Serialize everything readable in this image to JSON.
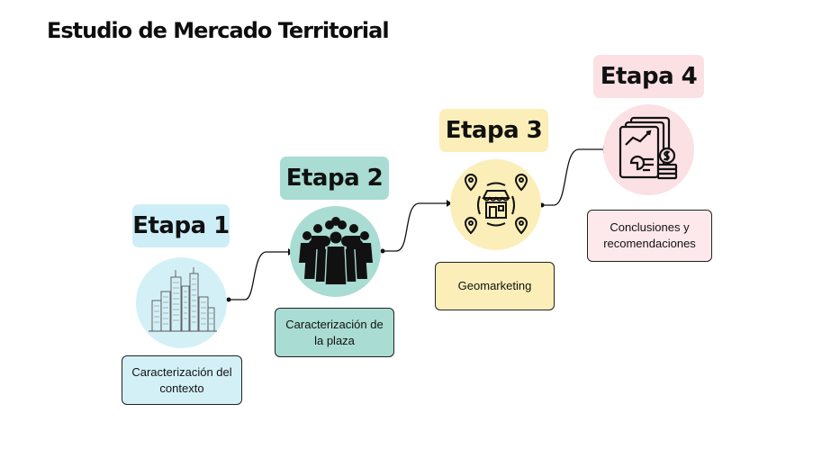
{
  "title": "Estudio de Mercado Territorial",
  "stages": [
    {
      "label": "Etapa 1",
      "description": "Caracterización del contexto",
      "icon": "city-skyline-icon",
      "label_bg": "#cdeef6",
      "circle_bg": "#d4f0f7",
      "desc_bg": "#d4f0f7"
    },
    {
      "label": "Etapa 2",
      "description": "Caracterización de la plaza",
      "icon": "crowd-icon",
      "label_bg": "#a9dcd2",
      "circle_bg": "#a9dcd2",
      "desc_bg": "#a9dcd2"
    },
    {
      "label": "Etapa 3",
      "description": "Geomarketing",
      "icon": "store-location-icon",
      "label_bg": "#fbeeb8",
      "circle_bg": "#fbeeb8",
      "desc_bg": "#fbeeb8"
    },
    {
      "label": "Etapa 4",
      "description": "Conclusiones y recomendaciones",
      "icon": "report-chart-icon",
      "label_bg": "#fbe0e4",
      "circle_bg": "#fbe0e4",
      "desc_bg": "#fde9ec"
    }
  ]
}
